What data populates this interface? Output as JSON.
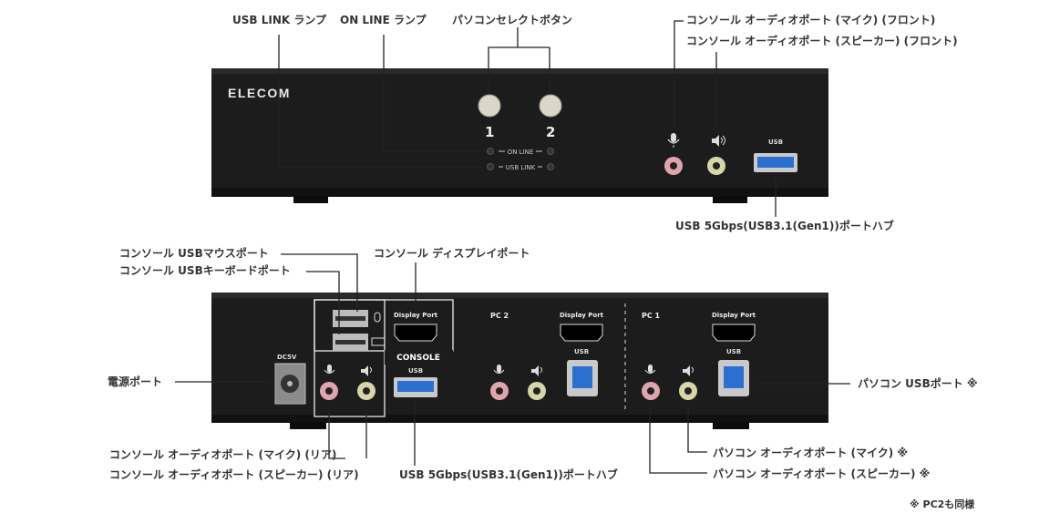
{
  "front": {
    "brand": "ELECOM",
    "buttons": [
      "1",
      "2"
    ],
    "online_text": "ON LINE",
    "usblink_text": "USB LINK",
    "usb_text": "USB"
  },
  "rear": {
    "dc_text": "DC5V",
    "console_text": "CONSOLE",
    "dp_text": "Display Port",
    "usb_text": "USB",
    "pc2_text": "PC 2",
    "pc1_text": "PC 1"
  },
  "labels": {
    "usb_link_lamp": "USB LINK ランプ",
    "online_lamp": "ON LINE ランプ",
    "pc_select_button": "パソコンセレクトボタン",
    "front_mic": "コンソール オーディオポート (マイク) (フロント)",
    "front_speaker": "コンソール オーディオポート (スピーカー) (フロント)",
    "front_usb_hub": "USB 5Gbps(USB3.1(Gen1))ポートハブ",
    "console_mouse": "コンソール USBマウスポート",
    "console_keyboard": "コンソール USBキーボードポート",
    "console_display": "コンソール ディスプレイポート",
    "power_port": "電源ポート",
    "pc_usb_port": "パソコン USBポート ※",
    "rear_mic": "コンソール オーディオポート (マイク) (リア)",
    "rear_speaker": "コンソール オーディオポート (スピーカー) (リア)",
    "rear_usb_hub": "USB 5Gbps(USB3.1(Gen1))ポートハブ",
    "pc_mic": "パソコン オーディオポート (マイク) ※",
    "pc_speaker": "パソコン オーディオポート (スピーカー) ※",
    "footnote": "※ PC2も同様"
  }
}
